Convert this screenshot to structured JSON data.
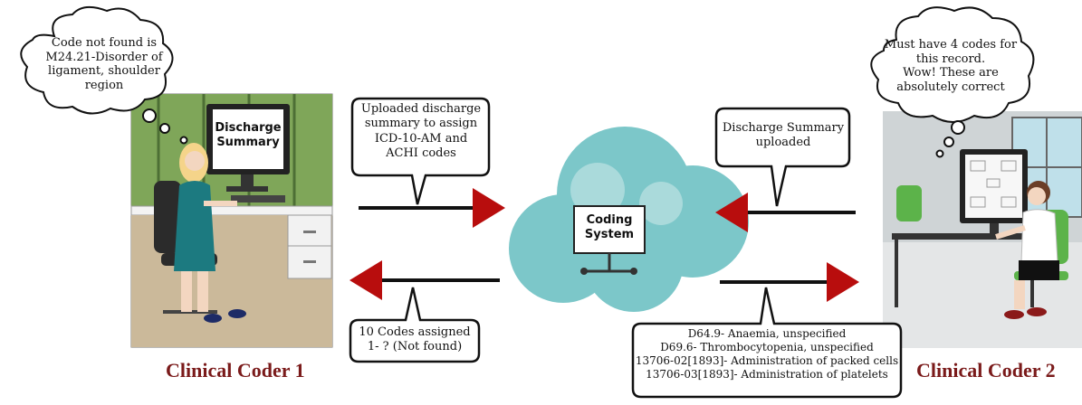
{
  "coder1": {
    "thought": [
      "Code not found is",
      "M24.21-Disorder of",
      "ligament, shoulder",
      "region"
    ],
    "screen_title": [
      "Discharge",
      "Summary"
    ],
    "label": "Clinical Coder 1"
  },
  "coder2": {
    "thought": [
      "Must have 4 codes for",
      "this record.",
      "Wow! These are",
      "absolutely correct"
    ],
    "label": "Clinical Coder 2"
  },
  "system": {
    "title": [
      "Coding",
      "System"
    ]
  },
  "messages": {
    "upload_from_coder1": [
      "Uploaded discharge",
      "summary to assign",
      "ICD-10-AM and",
      "ACHI codes"
    ],
    "to_coder1": [
      "10 Codes assigned",
      "1- ? (Not found)"
    ],
    "upload_from_coder2": [
      "Discharge Summary",
      "uploaded"
    ],
    "to_coder2": [
      "D64.9- Anaemia, unspecified",
      "D69.6- Thrombocytopenia, unspecified",
      "13706-02[1893]- Administration of packed cells",
      "13706-03[1893]- Administration of platelets"
    ]
  },
  "colors": {
    "arrowhead": "#b80d0d",
    "cloud": "#7cc7c9",
    "label": "#7a1a1a",
    "office_wall_left": "#7fa659",
    "office_wall_right": "#cfd4d6"
  }
}
